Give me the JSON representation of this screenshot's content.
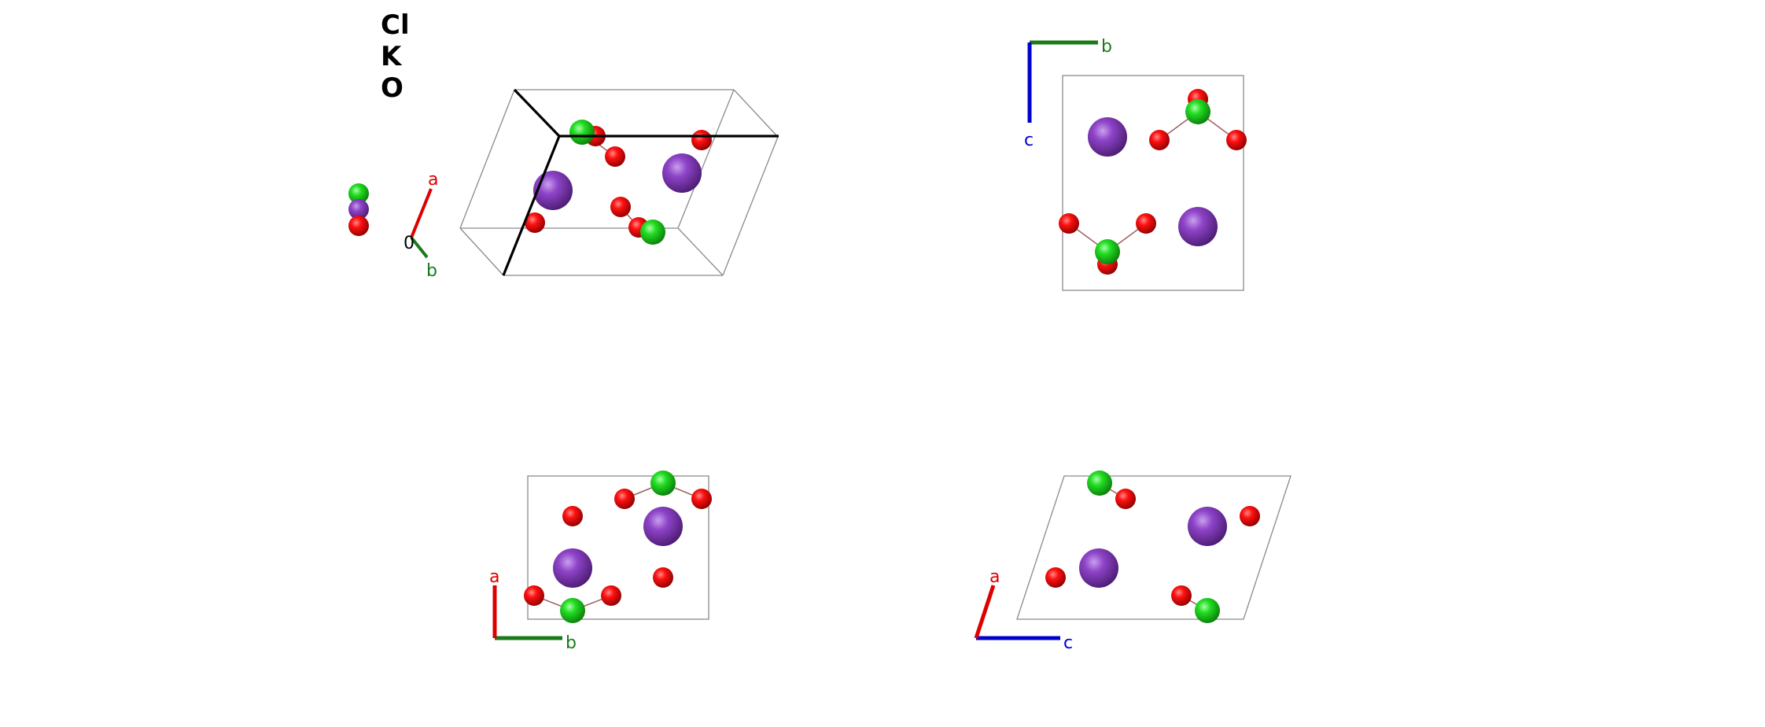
{
  "legend": {
    "elements": [
      {
        "symbol": "Cl",
        "color": "#22dd22"
      },
      {
        "symbol": "K",
        "color": "#8e44c8"
      },
      {
        "symbol": "O",
        "color": "#ff1010"
      }
    ]
  },
  "colors": {
    "Cl": "#22dd22",
    "K": "#8e44c8",
    "O": "#ff1010",
    "axis_a": "#dd0000",
    "axis_b": "#1a7a1a",
    "axis_c": "#0000cc",
    "cell_edge": "#8a8a8a",
    "bond": "#a06060"
  },
  "views": {
    "perspective": {
      "axes": {
        "origin": "0",
        "a": "a",
        "b": "b"
      }
    },
    "top_right": {
      "axes": {
        "b": "b",
        "c": "c"
      }
    },
    "bottom_left": {
      "axes": {
        "a": "a",
        "b": "b"
      }
    },
    "bottom_right": {
      "axes": {
        "a": "a",
        "c": "c"
      }
    }
  }
}
